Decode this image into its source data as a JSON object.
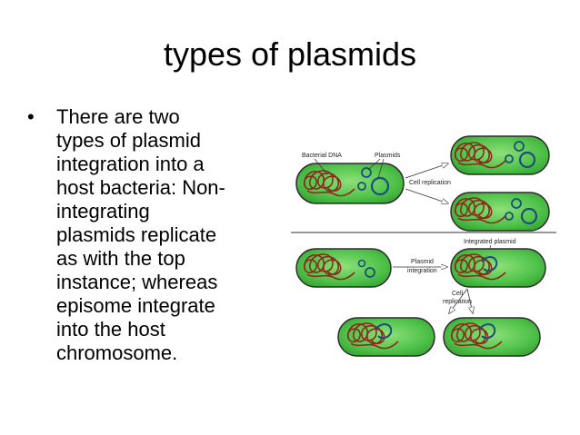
{
  "slide": {
    "title": "types of plasmids",
    "bullet_symbol": "•",
    "bullet_lines": [
      "There are two",
      "types of plasmid",
      "integration into a",
      "host bacteria: Non-",
      "integrating",
      "plasmids replicate",
      "as with the top",
      "instance; whereas",
      "episome integrate",
      "into the host",
      "chromosome."
    ]
  },
  "diagram": {
    "labels": {
      "bacterial_dna": "Bacterial DNA",
      "plasmids": "Plasmids",
      "cell_replication_top": "Cell replication",
      "integrated_plasmid": "Integrated plasmid",
      "plasmid_integration_line1": "Plasmid",
      "plasmid_integration_line2": "integration",
      "cell_replication_bottom_line1": "Cell",
      "cell_replication_bottom_line2": "replication"
    },
    "colors": {
      "cell_fill": "#4fc24a",
      "cell_center": "#8ee07a",
      "cell_outline": "#2c2c2c",
      "dna": "#8b2a1a",
      "plasmid": "#1a4f7a"
    }
  }
}
